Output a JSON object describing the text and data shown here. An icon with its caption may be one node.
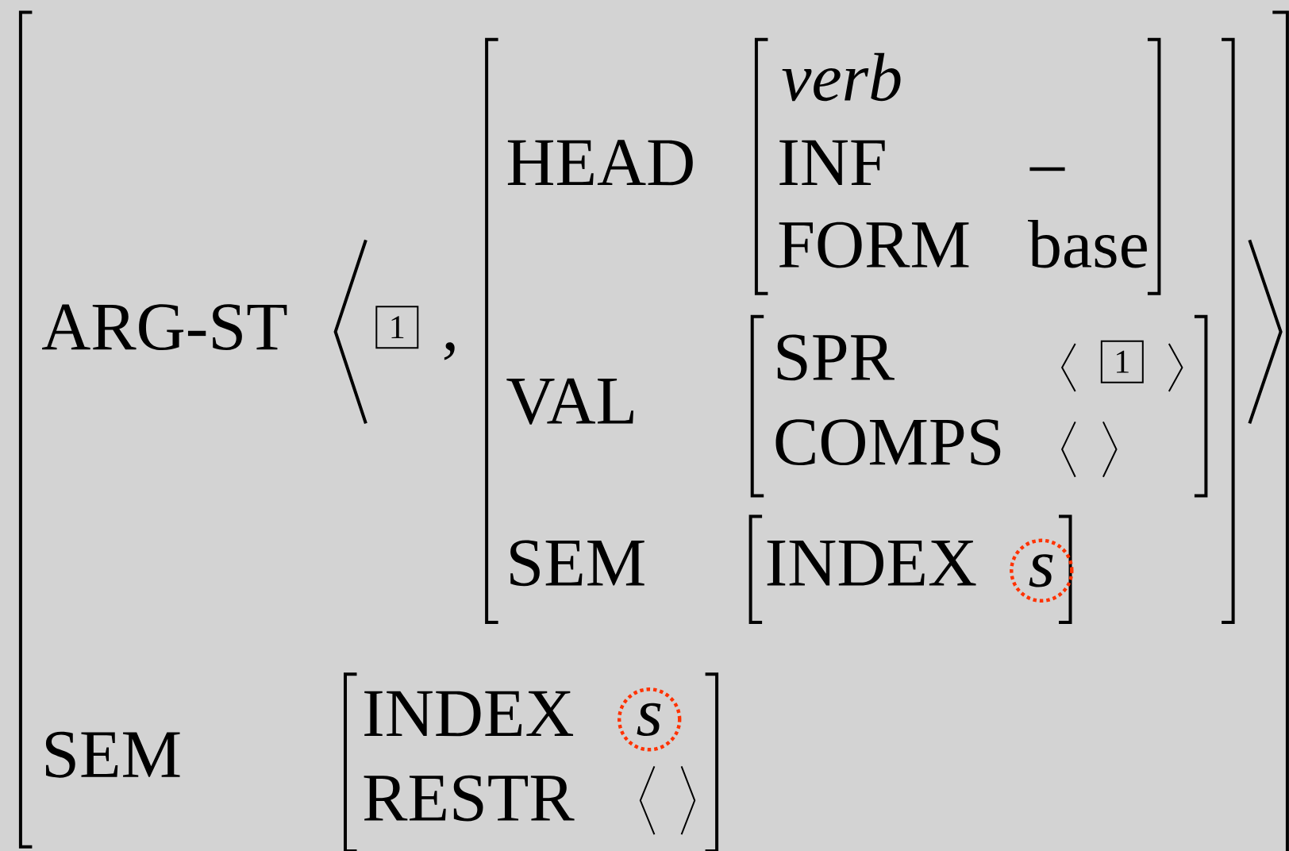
{
  "diagram": {
    "nodes": [
      {
        "text": [
          "1"
        ]
      },
      {
        "text": [
          "1"
        ]
      },
      {
        "text": [
          "s"
        ]
      },
      {
        "text": [
          "s"
        ]
      }
    ],
    "labels": [
      "verb",
      "HEAD",
      "INF",
      "–",
      "FORM",
      "base",
      "ARG-ST",
      ",",
      "SPR",
      "VAL",
      "COMPS",
      "SEM",
      "INDEX",
      "SEM",
      "INDEX",
      "RESTR"
    ]
  }
}
